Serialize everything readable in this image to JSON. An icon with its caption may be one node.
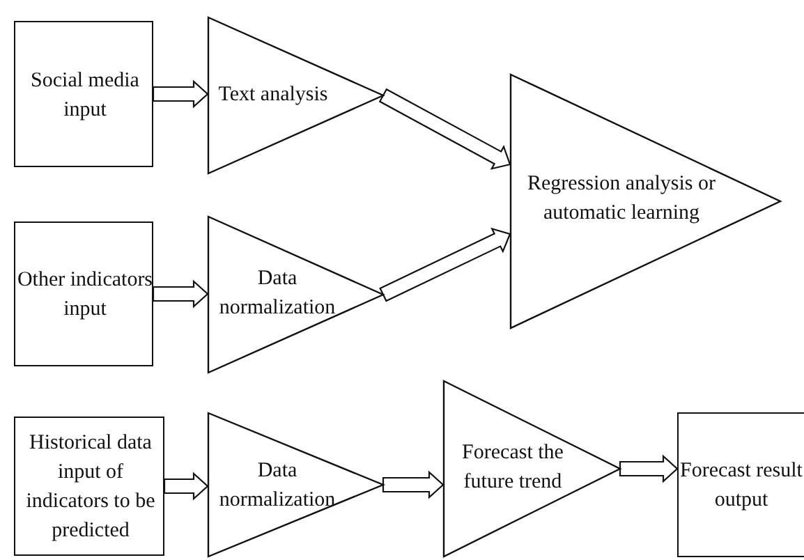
{
  "diagram": {
    "nodes": [
      {
        "text": [
          "Social media input"
        ]
      },
      {
        "text": [
          "Text analysis"
        ]
      },
      {
        "text": [
          "Other indicators input"
        ]
      },
      {
        "text": [
          "Data normalization"
        ]
      },
      {
        "text": [
          "Regression analysis or automatic learning"
        ]
      },
      {
        "text": [
          "Historical data input of indicators to be predicted"
        ]
      },
      {
        "text": [
          "Data normalization"
        ]
      },
      {
        "text": [
          "Forecast the future trend"
        ]
      },
      {
        "text": [
          "Forecast result output"
        ]
      }
    ],
    "edges": [
      {
        "from": 0,
        "to": 1,
        "arrow": "to"
      },
      {
        "from": 1,
        "to": 4,
        "arrow": "to"
      },
      {
        "from": 2,
        "to": 3,
        "arrow": "to"
      },
      {
        "from": 3,
        "to": 4,
        "arrow": "to"
      },
      {
        "from": 5,
        "to": 6,
        "arrow": "to"
      },
      {
        "from": 6,
        "to": 7,
        "arrow": "to"
      },
      {
        "from": 7,
        "to": 8,
        "arrow": "to"
      }
    ]
  }
}
